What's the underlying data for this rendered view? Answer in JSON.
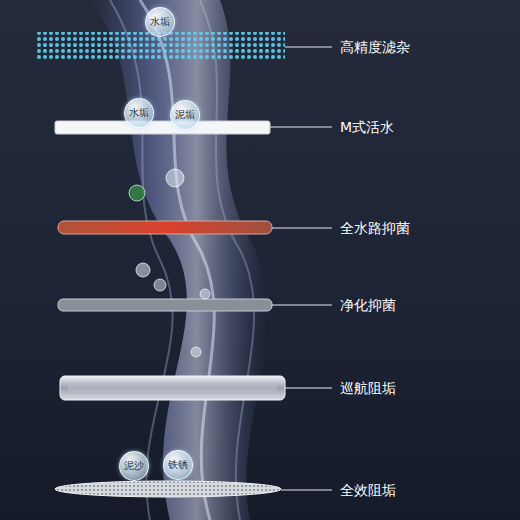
{
  "diagram": {
    "nodes": [
      {
        "text": [
          "水垢"
        ]
      },
      {
        "text": [
          "水垢"
        ]
      },
      {
        "text": [
          "泥垢"
        ]
      },
      {
        "text": [
          "泥沙"
        ]
      },
      {
        "text": [
          "铁锈"
        ]
      }
    ],
    "labels": [
      "高精度滤杂",
      "M式活水",
      "全水路抑菌",
      "净化抑菌",
      "巡航阻垢",
      "全效阻垢"
    ]
  }
}
